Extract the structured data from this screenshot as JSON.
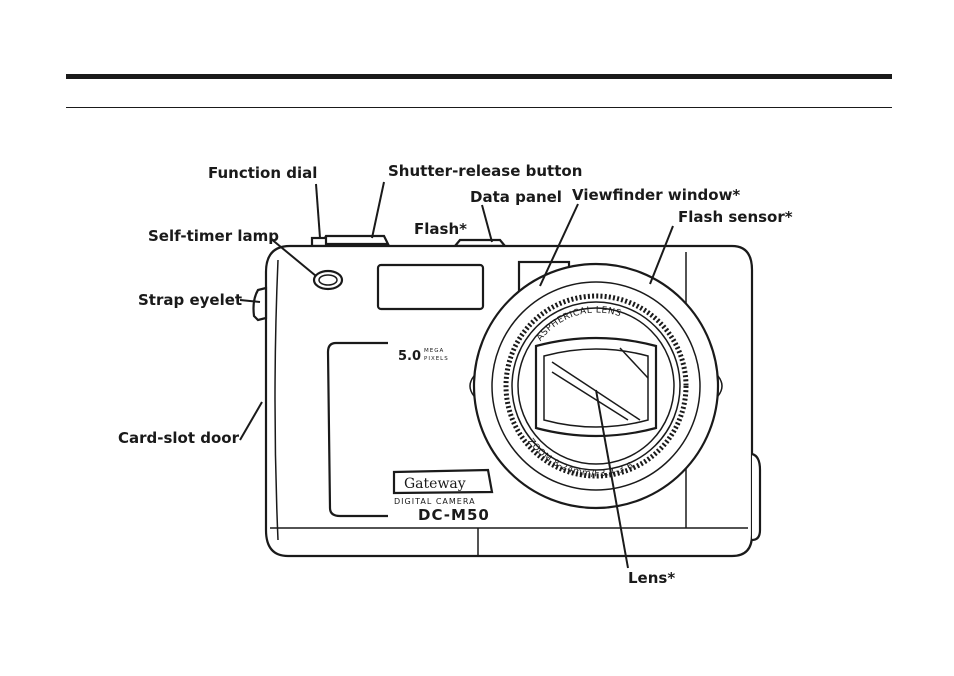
{
  "labels": {
    "function_dial": "Function dial",
    "shutter_release": "Shutter-release button",
    "data_panel": "Data panel",
    "viewfinder_window": "Viewfinder window*",
    "flash_sensor": "Flash sensor*",
    "flash": "Flash*",
    "self_timer_lamp": "Self-timer lamp",
    "strap_eyelet": "Strap eyelet",
    "card_slot_door": "Card-slot door",
    "lens": "Lens*"
  },
  "camera": {
    "megapixels_value": "5.0",
    "megapixels_top": "MEGA",
    "megapixels_bottom": "PIXELS",
    "brand": "Gateway",
    "product_line": "DIGITAL CAMERA",
    "model": "DC-M50",
    "lens_text_top": "ASPHERICAL LENS",
    "lens_text_bottom": "ZOOM 8-24mm/F3.4-3.6"
  }
}
